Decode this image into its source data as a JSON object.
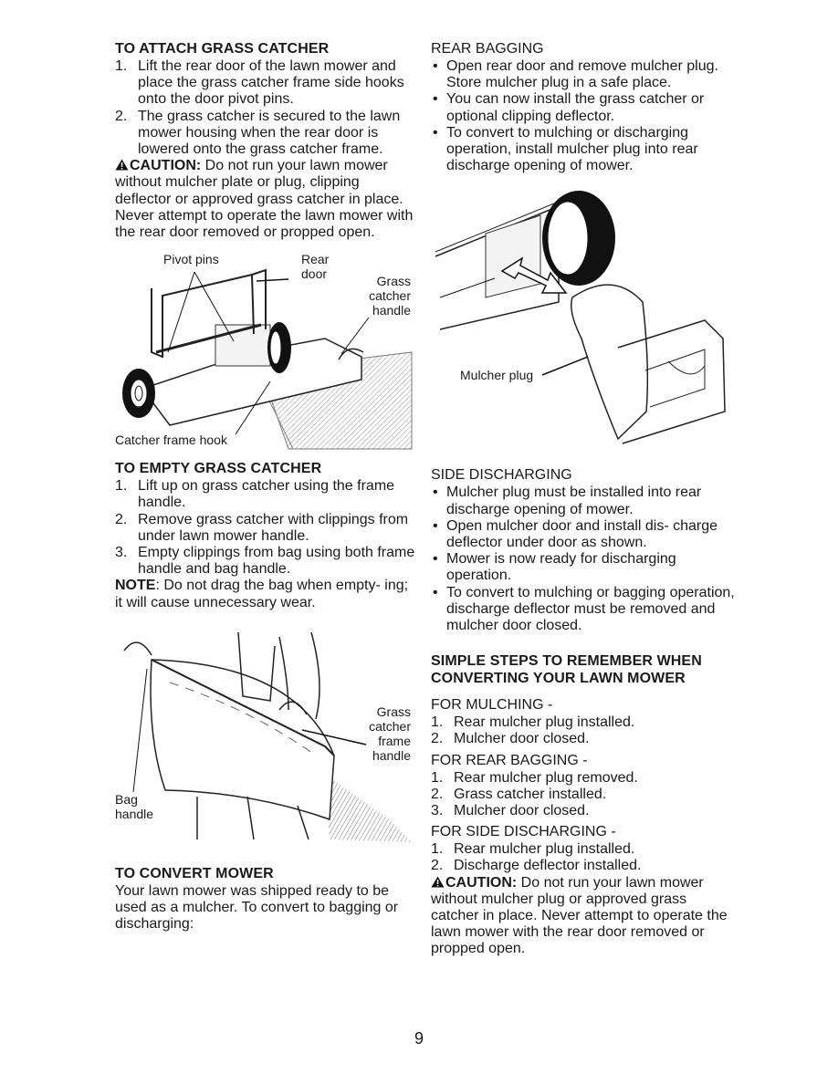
{
  "attach": {
    "heading": "TO ATTACH GRASS CATCHER",
    "steps": [
      {
        "n": "1.",
        "text": "Lift the rear door of the lawn mower and place the grass catcher frame side hooks onto the door pivot pins."
      },
      {
        "n": "2.",
        "text": "The grass catcher is secured to the lawn mower housing when the rear door is lowered onto the grass catcher frame."
      }
    ],
    "caution_label": "CAUTION:",
    "caution_text": "Do not run your lawn mower without mulcher plate or plug, clipping deflector or approved grass catcher in place. Never attempt to operate the lawn mower with the rear door removed or propped open."
  },
  "figure1": {
    "pivot_pins": "Pivot pins",
    "rear_door": "Rear door",
    "grass_catcher_handle": "Grass catcher handle",
    "catcher_frame_hook": "Catcher frame hook"
  },
  "empty": {
    "heading": "TO EMPTY GRASS CATCHER",
    "steps": [
      {
        "n": "1.",
        "text": "Lift up on grass catcher using the frame handle."
      },
      {
        "n": "2.",
        "text": "Remove grass catcher with clippings from under lawn mower handle."
      },
      {
        "n": "3.",
        "text": "Empty clippings from bag using both frame handle and bag handle."
      }
    ],
    "note_label": "NOTE",
    "note_text": ": Do not drag the bag when empty- ing; it will cause unnecessary wear."
  },
  "figure2": {
    "grass_catcher_frame_handle": "Grass catcher frame handle",
    "bag_handle": "Bag handle"
  },
  "convert": {
    "heading": "TO CONVERT MOWER",
    "text": "Your lawn mower was shipped ready to be used as a mulcher. To convert to bagging or discharging:"
  },
  "rear_bagging": {
    "heading": "REAR BAGGING",
    "bullets": [
      "Open rear door and remove mulcher plug. Store mulcher plug in a safe place.",
      "You can now install the grass catcher or optional clipping deflector.",
      "To convert to mulching or discharging operation, install mulcher plug into rear discharge opening of mower."
    ]
  },
  "figure3": {
    "mulcher_plug": "Mulcher plug"
  },
  "side_discharging": {
    "heading": "SIDE DISCHARGING",
    "bullets": [
      "Mulcher plug must be installed into rear discharge opening of mower.",
      "Open mulcher door and install dis- charge deflector under door as shown.",
      "Mower is now ready for discharging operation.",
      "To convert to mulching or bagging operation, discharge deflector must be removed and mulcher door closed."
    ]
  },
  "simple_steps": {
    "heading": "SIMPLE STEPS TO REMEMBER WHEN CONVERTING YOUR LAWN MOWER",
    "mulching": {
      "heading": "FOR MULCHING -",
      "steps": [
        {
          "n": "1.",
          "text": "Rear mulcher plug installed."
        },
        {
          "n": "2.",
          "text": "Mulcher door closed."
        }
      ]
    },
    "rear_bagging": {
      "heading": "FOR REAR BAGGING -",
      "steps": [
        {
          "n": "1.",
          "text": "Rear mulcher plug removed."
        },
        {
          "n": "2.",
          "text": "Grass catcher installed."
        },
        {
          "n": "3.",
          "text": "Mulcher door closed."
        }
      ]
    },
    "side_discharging": {
      "heading": "FOR SIDE DISCHARGING -",
      "steps": [
        {
          "n": "1.",
          "text": "Rear mulcher plug installed."
        },
        {
          "n": "2.",
          "text": "Discharge deflector installed."
        }
      ]
    },
    "caution_label": "CAUTION:",
    "caution_text": "Do not run your lawn mower without mulcher plug or approved grass catcher in place. Never attempt to operate the lawn mower with the rear door removed or propped open."
  },
  "page_number": "9"
}
